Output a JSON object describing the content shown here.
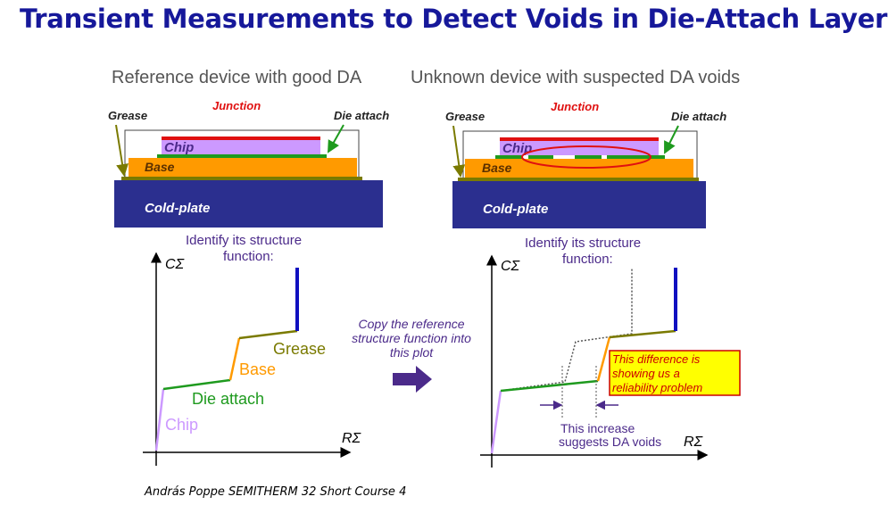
{
  "slide": {
    "title": "Transient Measurements to Detect Voids in Die-Attach Layer",
    "footer": "András Poppe SEMITHERM 32 Short Course 4"
  },
  "left_panel": {
    "heading": "Reference device with good DA",
    "labels": {
      "grease": "Grease",
      "junction": "Junction",
      "die_attach": "Die attach",
      "chip": "Chip",
      "base": "Base",
      "cold_plate": "Cold-plate"
    },
    "identify_line1": "Identify its structure",
    "identify_line2": "function:",
    "y_axis": "CΣ",
    "x_axis": "RΣ",
    "curve_labels": {
      "grease": "Grease",
      "base": "Base",
      "die_attach": "Die attach",
      "chip": "Chip"
    }
  },
  "right_panel": {
    "heading": "Unknown device with suspected  DA voids",
    "labels": {
      "grease": "Grease",
      "junction": "Junction",
      "die_attach": "Die attach",
      "chip": "Chip",
      "base": "Base",
      "cold_plate": "Cold-plate"
    },
    "identify_line1": "Identify its structure",
    "identify_line2": "function:",
    "y_axis": "CΣ",
    "x_axis": "RΣ",
    "callout_line1": "This difference is",
    "callout_line2": "showing us a",
    "callout_line3": "reliability problem",
    "increase_line1": "This increase",
    "increase_line2": "suggests DA voids"
  },
  "middle": {
    "copy_line1": "Copy the reference",
    "copy_line2": "structure function into",
    "copy_line3": "this plot"
  },
  "colors": {
    "title": "#16189a",
    "cold_plate": "#2b2f8f",
    "base": "#ff9a00",
    "chip": "#cc99ff",
    "die_attach": "#1e9a1e",
    "junction": "#e01010",
    "grease": "#7a7a00",
    "annotation": "#4b2a8a",
    "callout_fill": "#ffff00",
    "callout_text": "#cc0000"
  }
}
